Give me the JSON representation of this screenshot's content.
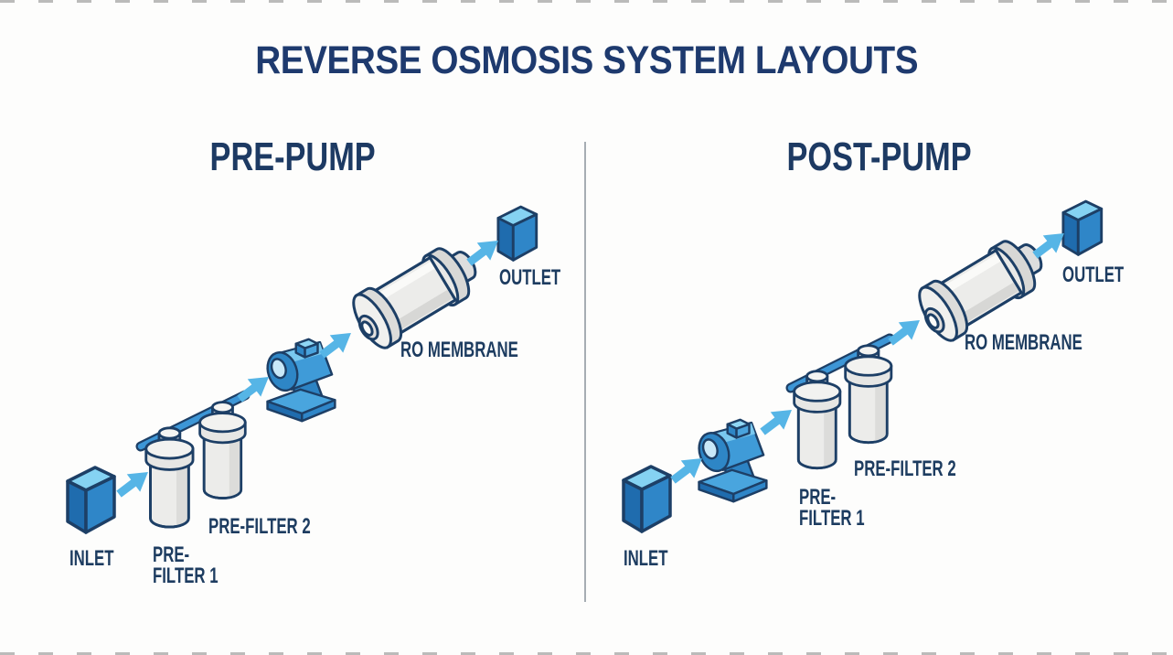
{
  "title": "REVERSE OSMOSIS SYSTEM LAYOUTS",
  "panels": [
    {
      "id": "pre-pump",
      "heading": "PRE-PUMP",
      "labels": {
        "inlet": "INLET",
        "prefilter1_line1": "PRE-",
        "prefilter1_line2": "FILTER 1",
        "prefilter2": "PRE-FILTER 2",
        "membrane": "RO MEMBRANE",
        "outlet": "OUTLET"
      },
      "flow": [
        "INLET",
        "PRE-FILTER 1",
        "PRE-FILTER 2",
        "PUMP",
        "RO MEMBRANE",
        "OUTLET"
      ]
    },
    {
      "id": "post-pump",
      "heading": "POST-PUMP",
      "labels": {
        "inlet": "INLET",
        "prefilter1_line1": "PRE-",
        "prefilter1_line2": "FILTER 1",
        "prefilter2": "PRE-FILTER 2",
        "membrane": "RO MEMBRANE",
        "outlet": "OUTLET"
      },
      "flow": [
        "INLET",
        "PUMP",
        "PRE-FILTER 1",
        "PRE-FILTER 2",
        "RO MEMBRANE",
        "OUTLET"
      ]
    }
  ],
  "colors": {
    "background": "#fdfdfc",
    "title_navy": "#1e3a6e",
    "label_navy": "#1d3c60",
    "outline_navy": "#1d3f66",
    "arrow_blue": "#56b5e6",
    "component_blue": "#2f86c8",
    "component_blue_light": "#85d2f2",
    "component_blue_dark": "#1f6cae",
    "pipe_blue": "#3d96d6",
    "canister_gray": "#ececea",
    "divider_gray": "#a6adb3"
  }
}
